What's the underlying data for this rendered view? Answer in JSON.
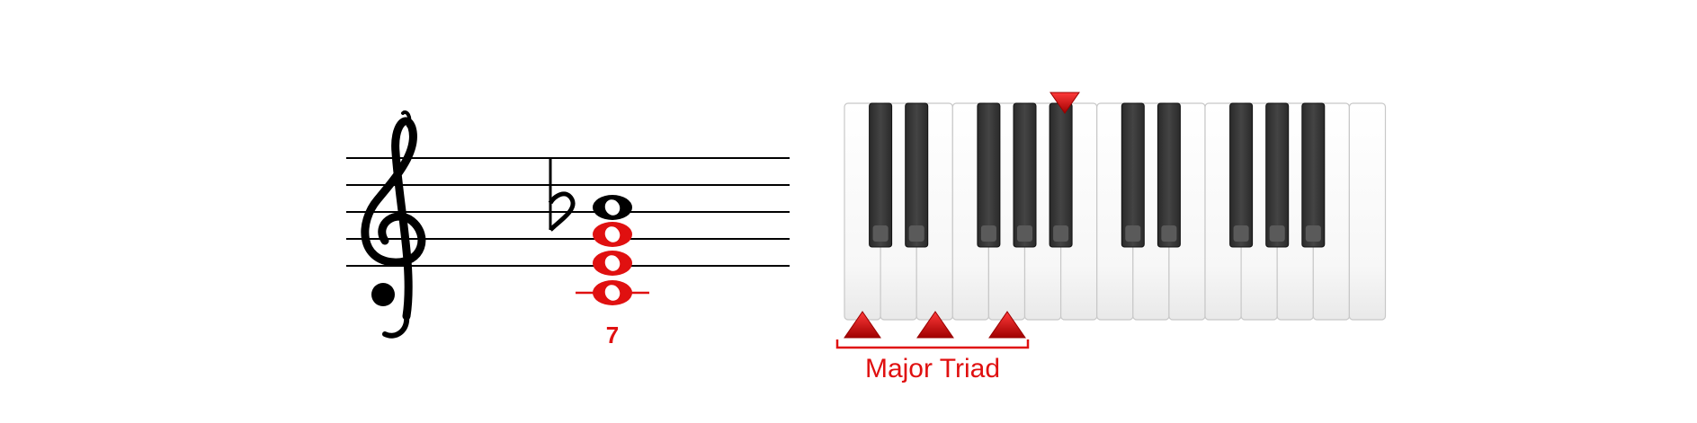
{
  "diagram": {
    "chord_label": "Major Triad",
    "figure_number": "7",
    "colors": {
      "highlight": "#e01010",
      "marker": "#c00000",
      "staff": "#000000"
    },
    "staff": {
      "clef": "treble-clef",
      "key_signature": "flat",
      "chord_notes": [
        "C4",
        "E4",
        "G4",
        "Bb4"
      ],
      "highlighted_notes": [
        "C4",
        "E4",
        "G4"
      ]
    },
    "keyboard": {
      "white_key_count": 15,
      "black_key_count": 10,
      "highlighted_white_keys": [
        0,
        2,
        4
      ],
      "top_marker_black_key": 4
    }
  }
}
